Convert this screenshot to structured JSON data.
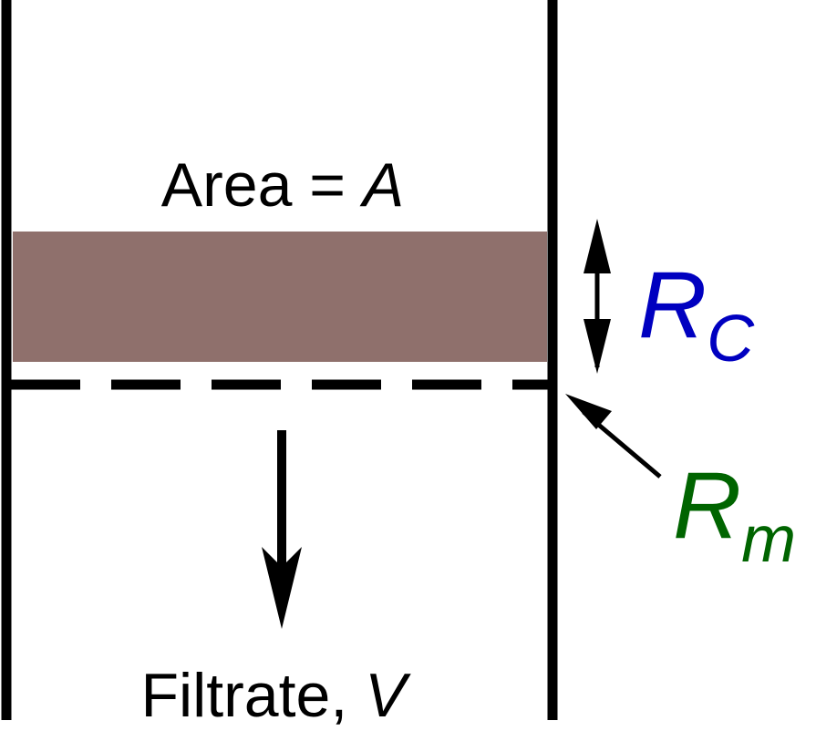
{
  "area_label": {
    "prefix": "Area = ",
    "symbol": "A"
  },
  "filtrate_label": {
    "prefix": "Filtrate, ",
    "symbol": "V"
  },
  "cake_resistance": {
    "symbol": "R",
    "subscript": "C",
    "color": "#0000c0"
  },
  "medium_resistance": {
    "symbol": "R",
    "subscript": "m",
    "color": "#006400"
  },
  "colors": {
    "cake": "#8f706c",
    "wall": "#000000"
  }
}
